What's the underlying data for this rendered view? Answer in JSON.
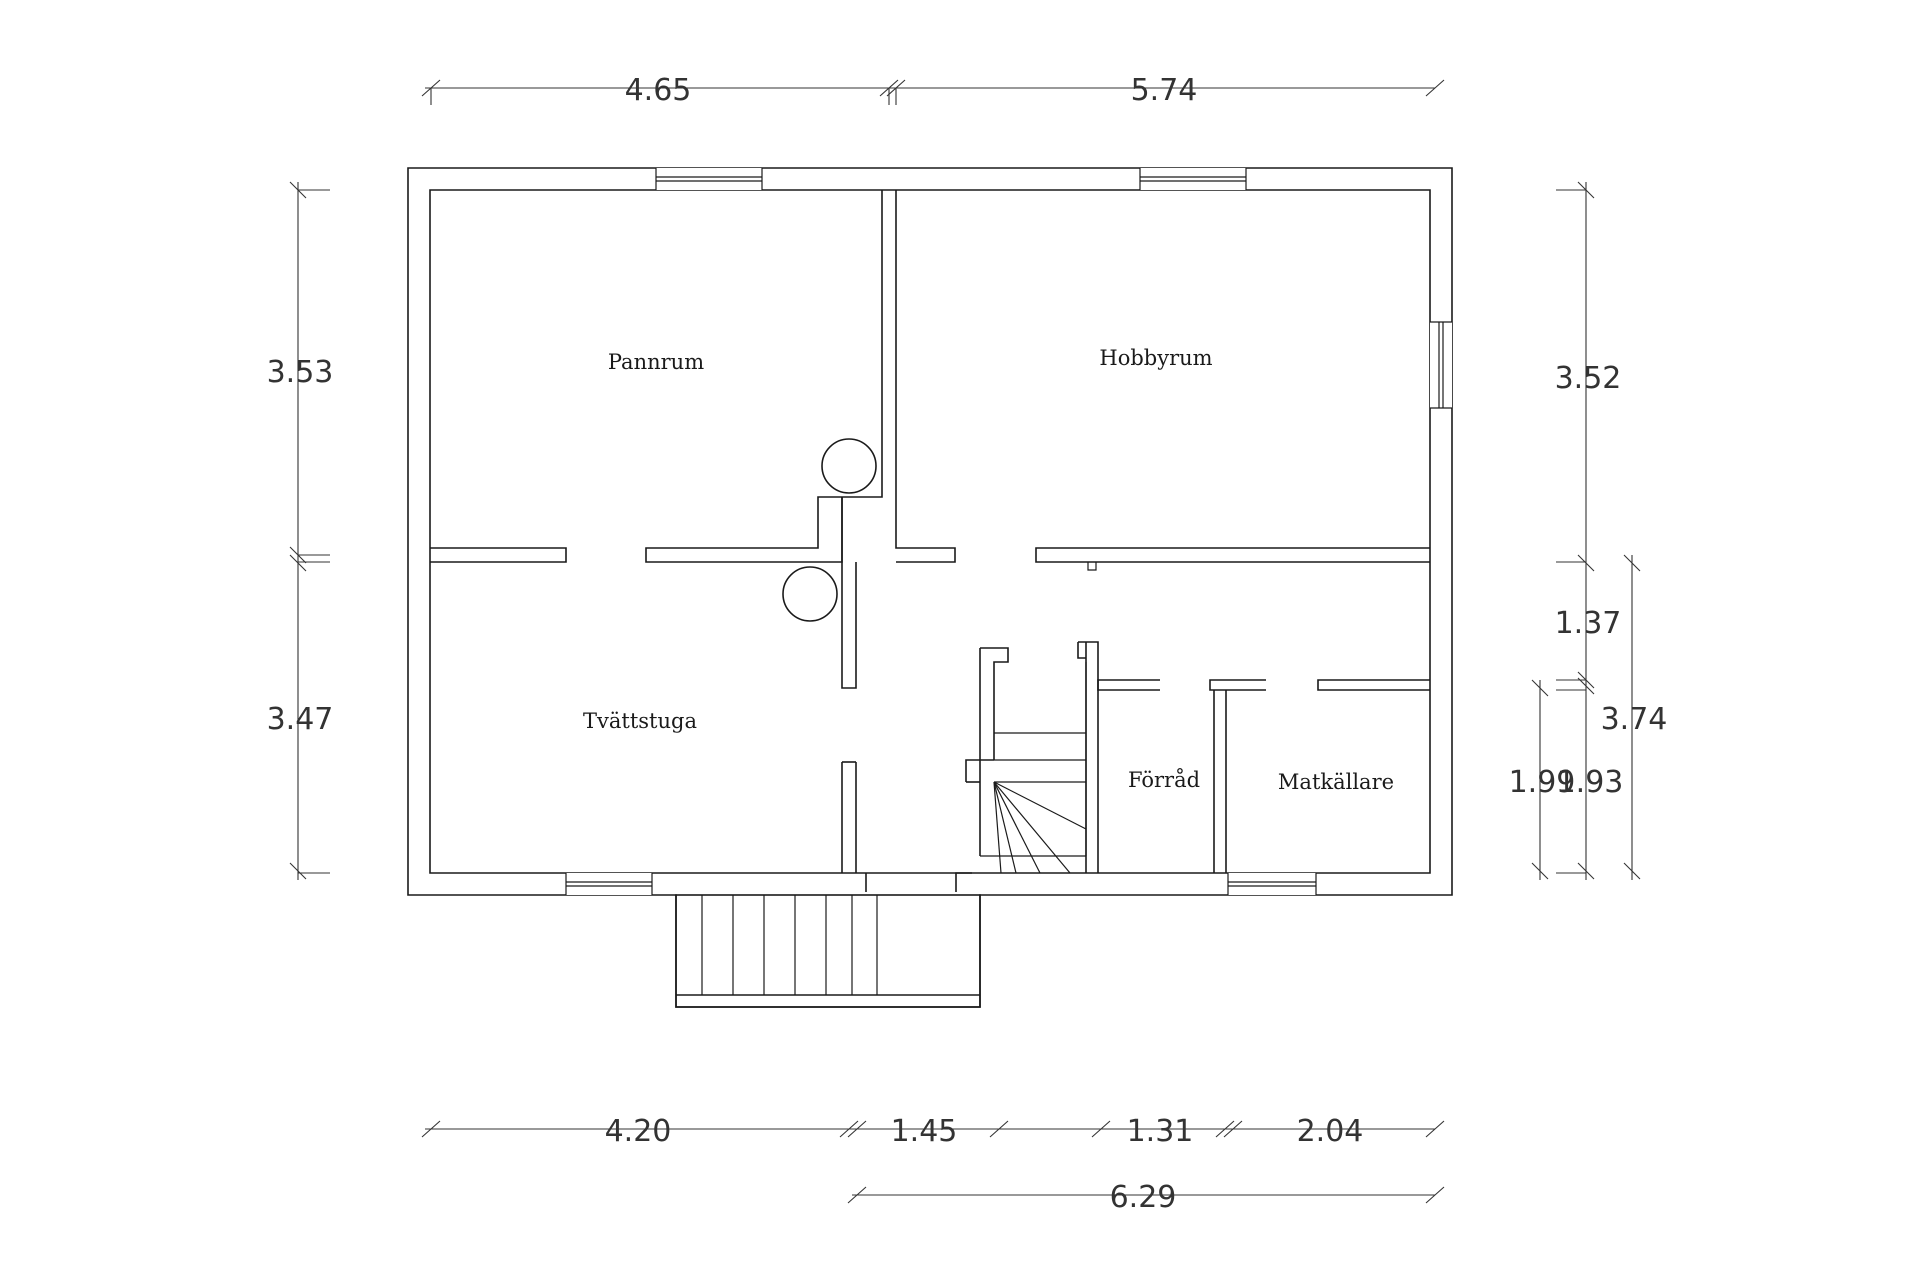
{
  "rooms": {
    "pannrum": "Pannrum",
    "hobbyrum": "Hobbyrum",
    "tvattstuga": "Tvättstuga",
    "forrad": "Förråd",
    "matkallare": "Matkällare"
  },
  "dimensions": {
    "top_left": "4.65",
    "top_right": "5.74",
    "left_upper": "3.53",
    "left_lower": "3.47",
    "right_upper": "3.52",
    "right_mid": "1.37",
    "right_total_lower": "3.74",
    "right_forrad": "1.99",
    "right_matkallare": "1.93",
    "bottom_1": "4.20",
    "bottom_2": "1.45",
    "bottom_3": "1.31",
    "bottom_4": "2.04",
    "bottom_total": "6.29"
  }
}
